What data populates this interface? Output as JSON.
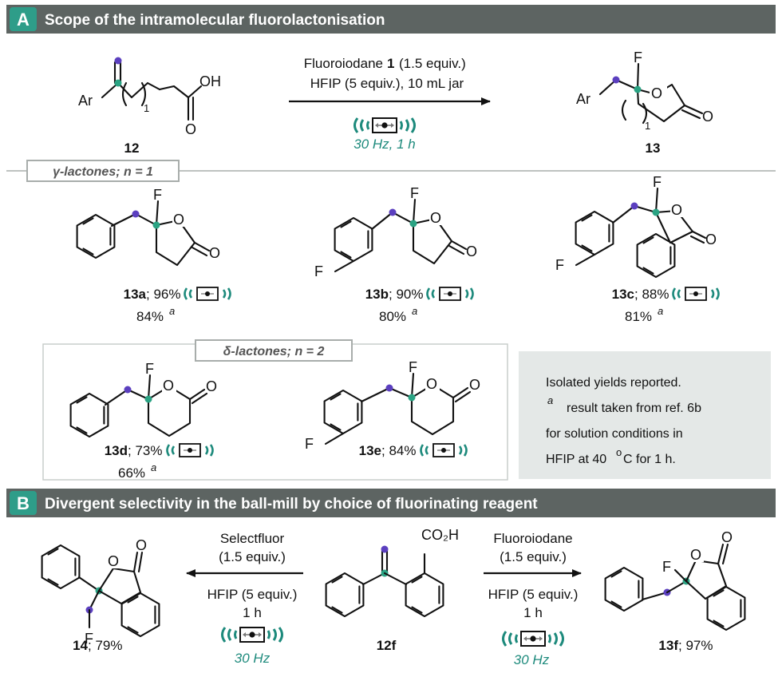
{
  "colors": {
    "header_bg": "#5d6462",
    "header_letter_bg": "#2e9d89",
    "teal": "#1d8a7c",
    "purple_atom": "#5b3fbf",
    "green_atom": "#2aa383",
    "note_bg": "#e4e8e7",
    "tag_border": "#a8adab"
  },
  "section_a": {
    "letter": "A",
    "title": "Scope of the intramolecular fluorolactonisation",
    "reagent_prefix": "Fluoroiodane",
    "reagent_num": "1",
    "reagent_amount": "(1.5 equiv.)",
    "conditions_line2": "HFIP (5 equiv.), 10 mL jar",
    "milling": "30 Hz, 1 h",
    "sm_label": "12",
    "product_label": "13",
    "tag_gamma": "γ-lactones; n = 1",
    "tag_delta": "δ-lactones; n = 2",
    "entries": [
      {
        "id": "13a",
        "yield": "; 96%",
        "ref": "84%"
      },
      {
        "id": "13b",
        "yield": "; 90%",
        "ref": "80%"
      },
      {
        "id": "13c",
        "yield": "; 88%",
        "ref": "81%"
      },
      {
        "id": "13d",
        "yield": "; 73%",
        "ref": "66%"
      },
      {
        "id": "13e",
        "yield": "; 84%",
        "ref": ""
      }
    ],
    "superscript_a": "a",
    "note": {
      "line1": "Isolated yields reported.",
      "line2_sup": "a",
      "line2": "result taken from ref. 6b",
      "line3": "for solution conditions in",
      "line4_pre": "HFIP at 40",
      "line4_sup": "o",
      "line4_post": "C for 1 h."
    },
    "atoms": {
      "Ar": "Ar",
      "F": "F",
      "O": "O",
      "OH": "OH",
      "n": "1"
    }
  },
  "section_b": {
    "letter": "B",
    "title": "Divergent selectivity in the ball-mill by choice of fluorinating reagent",
    "left_reagent": "Selectfluor",
    "left_amount": "(1.5 equiv.)",
    "left_hfip": "HFIP (5 equiv.)",
    "left_time": "1 h",
    "left_hz": "30 Hz",
    "right_reagent": "Fluoroiodane",
    "right_amount": "(1.5 equiv.)",
    "right_hfip": "HFIP (5 equiv.)",
    "right_time": "1 h",
    "right_hz": "30 Hz",
    "sm_label": "12f",
    "sm_group": "CO₂H",
    "left_product_id": "14",
    "left_product_yield": "; 79%",
    "right_product_id": "13f",
    "right_product_yield": "; 97%"
  }
}
